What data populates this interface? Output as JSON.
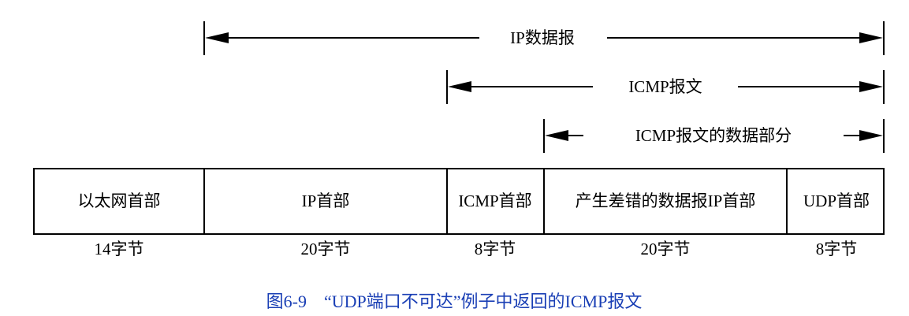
{
  "spans": [
    {
      "label": "IP数据报"
    },
    {
      "label": "ICMP报文"
    },
    {
      "label": "ICMP报文的数据部分"
    }
  ],
  "fields": [
    {
      "label": "以太网首部",
      "size": "14字节"
    },
    {
      "label": "IP首部",
      "size": "20字节"
    },
    {
      "label": "ICMP首部",
      "size": "8字节"
    },
    {
      "label": "产生差错的数据报IP首部",
      "size": "20字节"
    },
    {
      "label": "UDP首部",
      "size": "8字节"
    }
  ],
  "caption": "图6-9　“UDP端口不可达”例子中返回的ICMP报文"
}
